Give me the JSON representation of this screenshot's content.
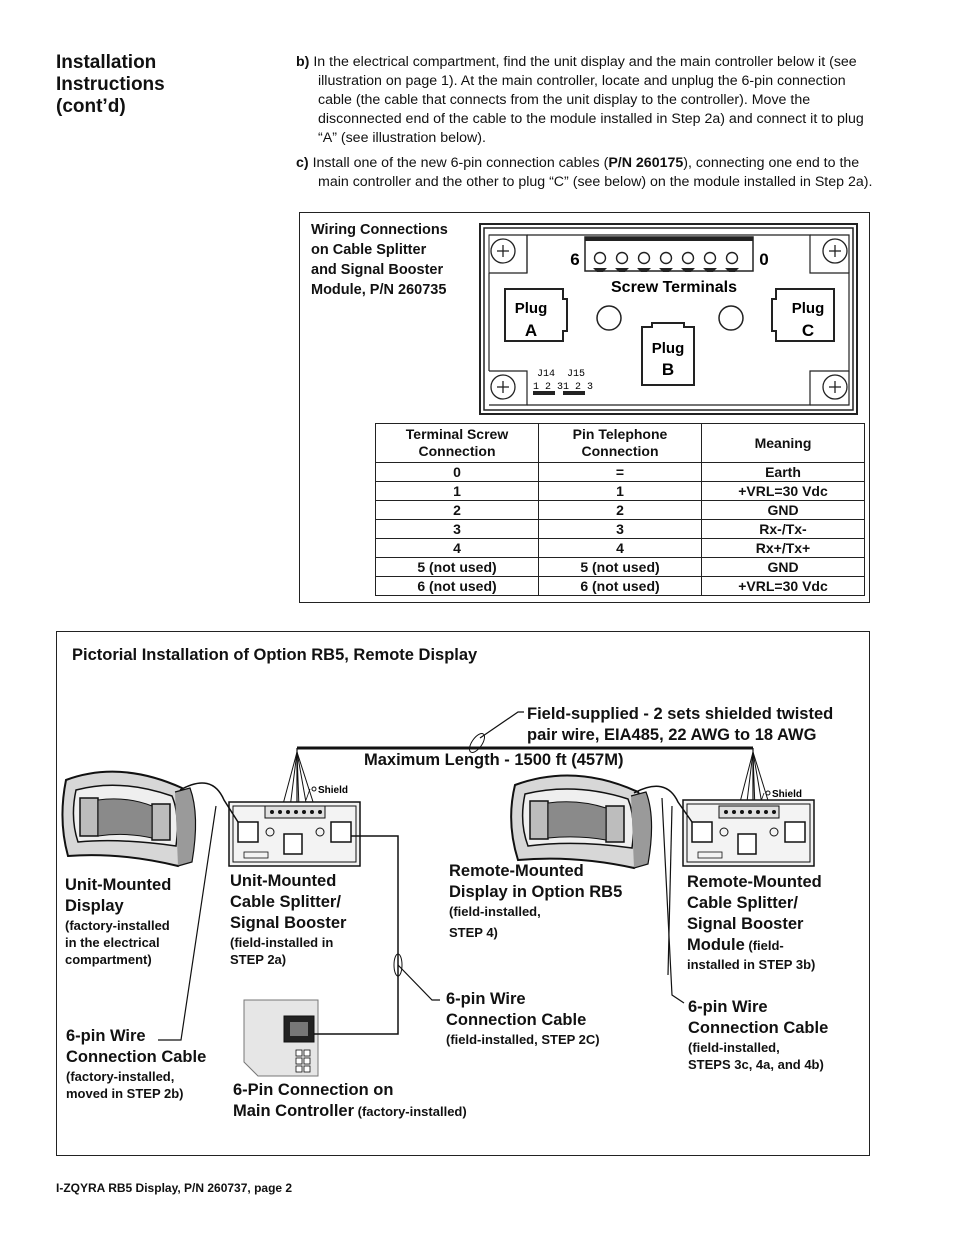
{
  "section_heading": [
    "Installation",
    "Instructions",
    "(cont’d)"
  ],
  "steps": {
    "b": {
      "marker": "b)",
      "text": " In the electrical compartment, find the unit display and the main controller below it (see illustration on page 1). At the main controller, locate and unplug the 6-pin connection cable (the cable that connects from the unit display to the controller). Move the disconnected end of the cable to the module installed in Step 2a) and connect it to plug “A” (see illustration below)."
    },
    "c": {
      "marker": "c)",
      "text_before": " Install one of the new 6-pin connection cables (",
      "part_number": "P/N 260175",
      "text_after": "), connecting one end to the main controller and the other to plug “C” (see below) on the module installed in Step 2a)."
    }
  },
  "wiring_caption": [
    "Wiring Connections",
    "on Cable Splitter",
    "and Signal Booster",
    "Module, P/N 260735"
  ],
  "module_board": {
    "terminal_left": "6",
    "terminal_right": "0",
    "terminals_label": "Screw Terminals",
    "plug_a": [
      "Plug",
      "A"
    ],
    "plug_b": [
      "Plug",
      "B"
    ],
    "plug_c": [
      "Plug",
      "C"
    ],
    "j14_label": "J14",
    "j15_label": "J15",
    "jumper_pins": "1 2 3"
  },
  "terminal_table": {
    "headers": [
      "Terminal Screw Connection",
      "Pin Telephone Connection",
      "Meaning"
    ],
    "rows": [
      [
        "0",
        "=",
        "Earth"
      ],
      [
        "1",
        "1",
        "+VRL=30 Vdc"
      ],
      [
        "2",
        "2",
        "GND"
      ],
      [
        "3",
        "3",
        "Rx-/Tx-"
      ],
      [
        "4",
        "4",
        "Rx+/Tx+"
      ],
      [
        "5 (not used)",
        "5 (not used)",
        "GND"
      ],
      [
        "6 (not used)",
        "6 (not used)",
        "+VRL=30 Vdc"
      ]
    ]
  },
  "pictorial": {
    "title": "Pictorial Installation of Option RB5, Remote Display",
    "field_wire": [
      "Field-supplied - 2 sets shielded twisted",
      "pair wire, EIA485, 22 AWG to 18 AWG"
    ],
    "max_length": "Maximum Length - 1500 ft (457M)",
    "shield_label": "Shield",
    "unit_display": {
      "title": [
        "Unit-Mounted",
        "Display"
      ],
      "note": [
        "(factory-installed",
        "in the electrical",
        "compartment)"
      ]
    },
    "unit_splitter": {
      "title": [
        "Unit-Mounted",
        "Cable Splitter/",
        "Signal Booster"
      ],
      "note": [
        "(field-installed in",
        "STEP 2a)"
      ]
    },
    "remote_display": {
      "title": [
        "Remote-Mounted",
        "Display in Option RB5"
      ],
      "note": [
        "(field-installed,",
        "STEP 4)"
      ]
    },
    "remote_splitter": {
      "title": [
        "Remote-Mounted",
        "Cable Splitter/",
        "Signal Booster"
      ],
      "title_last": "Module",
      "note_inline": " (field-",
      "note": [
        "installed in STEP 3b)"
      ]
    },
    "cable_left": {
      "title": [
        "6-pin Wire",
        "Connection Cable"
      ],
      "note": [
        "(factory-installed,",
        "moved in STEP 2b)"
      ]
    },
    "cable_mid": {
      "title": [
        "6-pin Wire",
        "Connection Cable"
      ],
      "note": [
        "(field-installed, STEP 2C)"
      ]
    },
    "cable_right": {
      "title": [
        "6-pin Wire",
        "Connection Cable"
      ],
      "note": [
        "(field-installed,",
        "STEPS 3c, 4a, and 4b)"
      ]
    },
    "main_controller": {
      "title_1": "6-Pin Connection on",
      "title_2": "Main Controller",
      "note": " (factory-installed)"
    }
  },
  "footer": "I-ZQYRA RB5 Display, P/N 260737, page 2"
}
